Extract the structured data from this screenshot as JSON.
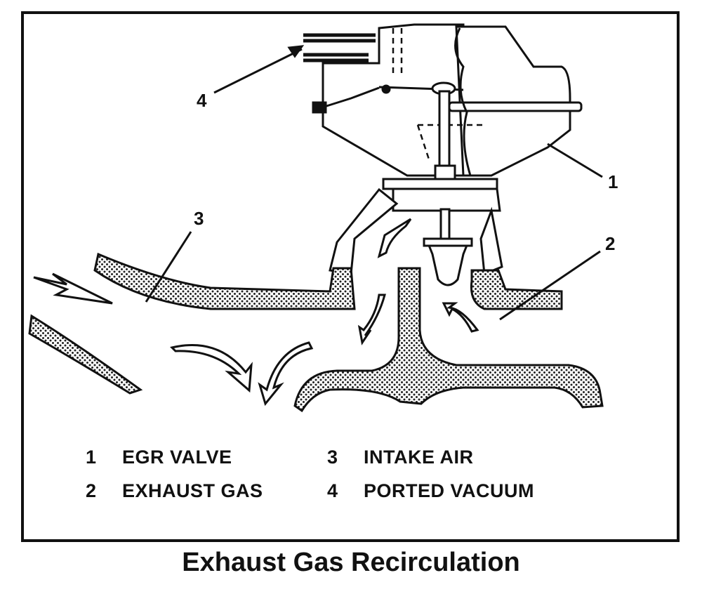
{
  "callouts": {
    "c1": "1",
    "c2": "2",
    "c3": "3",
    "c4": "4"
  },
  "legend": [
    {
      "num": "1",
      "label": "EGR VALVE"
    },
    {
      "num": "2",
      "label": "EXHAUST GAS"
    },
    {
      "num": "3",
      "label": "INTAKE AIR"
    },
    {
      "num": "4",
      "label": "PORTED VACUUM"
    }
  ],
  "caption": "Exhaust Gas Recirculation",
  "colors": {
    "ink": "#111111",
    "stipple": "#222222",
    "paper": "#ffffff"
  }
}
